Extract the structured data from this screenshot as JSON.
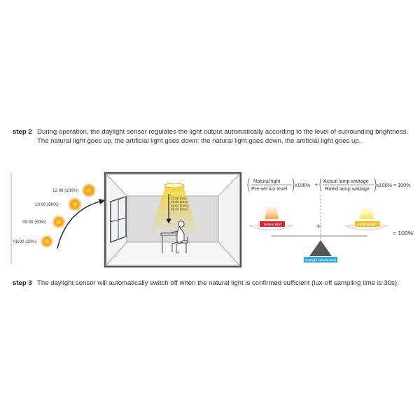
{
  "step2": {
    "label": "step 2",
    "text": "During operation, the daylight sensor regulates the light output automatically according to the level of surrounding brightness. The natural light goes up, the artificial light goes down; the natural light goes down, the artificial light goes up."
  },
  "step3": {
    "label": "step 3",
    "text": "The daylight sensor will automatically switch off when the natural light is confirmed sufficient (lux-off sampling time is 30s)."
  },
  "sun_levels": [
    {
      "label": "12:00 (100%)",
      "level": 1.0
    },
    {
      "label": "10:00 (80%)",
      "level": 0.8
    },
    {
      "label": "09:00 (50%)",
      "level": 0.5
    },
    {
      "label": "08:00 (20%)",
      "level": 0.2
    }
  ],
  "room_levels": [
    "12:00 (0%)",
    "10:00 (20%)",
    "09:00 (50%)",
    "08:00 (80%)"
  ],
  "formula": {
    "natural_numerator": "Natural light",
    "natural_denominator": "Pre-set lux level",
    "times1": "x100%",
    "plus": "+",
    "lamp_numerator": "Actual lamp wattage",
    "lamp_denominator": "Rated lamp wattage",
    "times2": "x100% = 100%",
    "result": "= 100%"
  },
  "scale": {
    "left_tag": "Natural light",
    "right_tag": "Artificial light",
    "base_tag": "Daylight harvest level",
    "cross": "+"
  },
  "colors": {
    "sun": "#f0a020",
    "natural_tag": "#d9263a",
    "artificial_tag": "#f2c230",
    "base_tag": "#36a6d8",
    "room_wall": "#dcdcdc",
    "room_floor": "#f2f2f2"
  }
}
